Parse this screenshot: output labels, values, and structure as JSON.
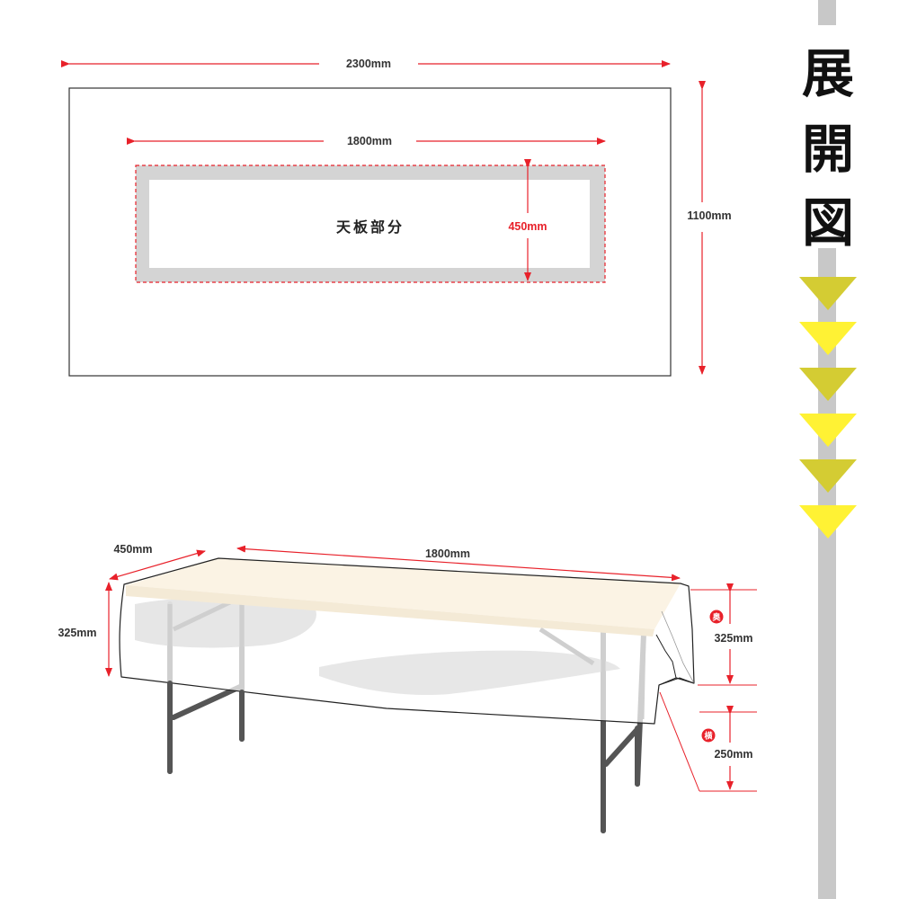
{
  "flat_plan": {
    "outer_width_label": "2300mm",
    "outer_height_label": "1100mm",
    "inner_width_label": "1800mm",
    "inner_depth_label": "450mm",
    "tabletop_label": "天板部分"
  },
  "side_title": {
    "chars": [
      "展",
      "開",
      "図"
    ]
  },
  "table_view": {
    "depth_label": "450mm",
    "length_label": "1800mm",
    "front_drop_label": "325mm",
    "back_drop_tag": "奥",
    "back_drop_label": "325mm",
    "side_drop_tag": "横",
    "side_drop_label": "250mm"
  },
  "colors": {
    "accent_red": "#e8212a",
    "arrow_yellow_dark": "#d4cc33",
    "arrow_yellow_light": "#fff234",
    "side_bar_gray": "#c8c8c8",
    "tabletop_fill": "#fbf3e4",
    "inner_frame_gray": "#d4d4d4"
  }
}
